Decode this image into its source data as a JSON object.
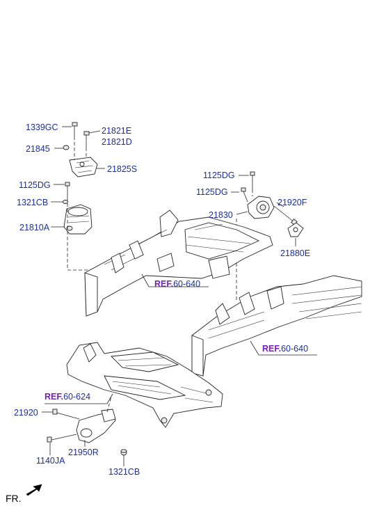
{
  "labels": {
    "p1339GC": "1339GC",
    "p21821E": "21821E",
    "p21821D": "21821D",
    "p21845": "21845",
    "p21825S": "21825S",
    "p1125DG_left": "1125DG",
    "p1321CB_left": "1321CB",
    "p21810A": "21810A",
    "p1125DG_right_top": "1125DG",
    "p1125DG_right_mid": "1125DG",
    "p21830": "21830",
    "p21920F": "21920F",
    "p21880E": "21880E",
    "p21920": "21920",
    "p1140JA": "1140JA",
    "p21950R": "21950R",
    "p1321CB_bottom": "1321CB"
  },
  "refs": {
    "ref_a": {
      "prefix": "REF.",
      "code": "60-640"
    },
    "ref_b": {
      "prefix": "REF.",
      "code": "60-640"
    },
    "ref_c": {
      "prefix": "REF.",
      "code": "60-624"
    }
  },
  "fr": "FR.",
  "colors": {
    "label": "#1a2f9c",
    "ref_prefix": "#7a1fb5"
  }
}
